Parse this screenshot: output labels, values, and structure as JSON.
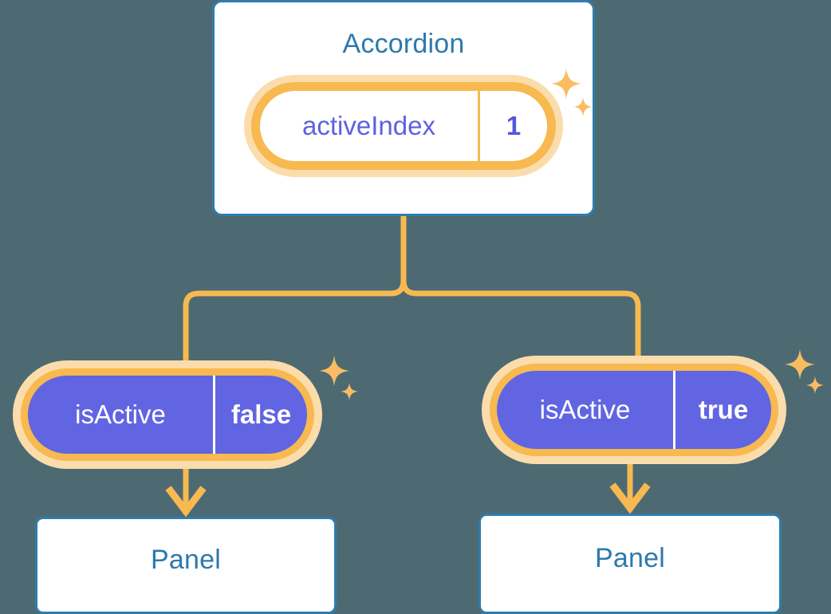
{
  "diagram": {
    "type": "component-tree",
    "background_color": "#4d6a73",
    "accent_colors": {
      "card_border": "#2f7cad",
      "card_title_text": "#2e79ac",
      "state_ring": "#f7b950",
      "state_ring_halo": "#fbdcab",
      "pill_purple_fill": "#6165e2",
      "pill_value_blue_text": "#5356de",
      "pill_key_blue_text": "#5d61e0",
      "connector": "#f7b950",
      "sparkle": "#f9bc62"
    }
  },
  "root": {
    "title": "Accordion",
    "state": {
      "key": "activeIndex",
      "value": "1",
      "style": "white"
    },
    "sparkle_icon": "sparkle-icon"
  },
  "children": [
    {
      "state": {
        "key": "isActive",
        "value": "false",
        "style": "purple"
      },
      "panel": {
        "title": "Panel"
      },
      "sparkle_icon": "sparkle-icon",
      "arrow_icon": "arrow-down-icon"
    },
    {
      "state": {
        "key": "isActive",
        "value": "true",
        "style": "purple"
      },
      "panel": {
        "title": "Panel"
      },
      "sparkle_icon": "sparkle-icon",
      "arrow_icon": "arrow-down-icon"
    }
  ]
}
